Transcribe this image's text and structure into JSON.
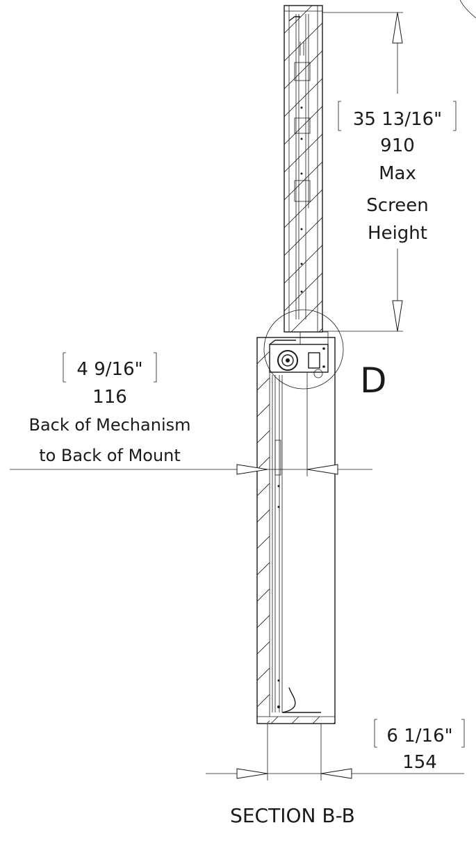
{
  "dims": {
    "screen_height": {
      "imperial": "35 13/16\"",
      "metric": "910",
      "caption_lines": [
        "Max",
        "Screen",
        "Height"
      ]
    },
    "mechanism_offset": {
      "imperial": "4 9/16\"",
      "metric": "116",
      "caption_lines": [
        "Back of Mechanism",
        "to Back of Mount"
      ]
    },
    "mount_depth": {
      "imperial": "6 1/16\"",
      "metric": "154"
    }
  },
  "detail_label": "D",
  "section_title": "SECTION B-B"
}
